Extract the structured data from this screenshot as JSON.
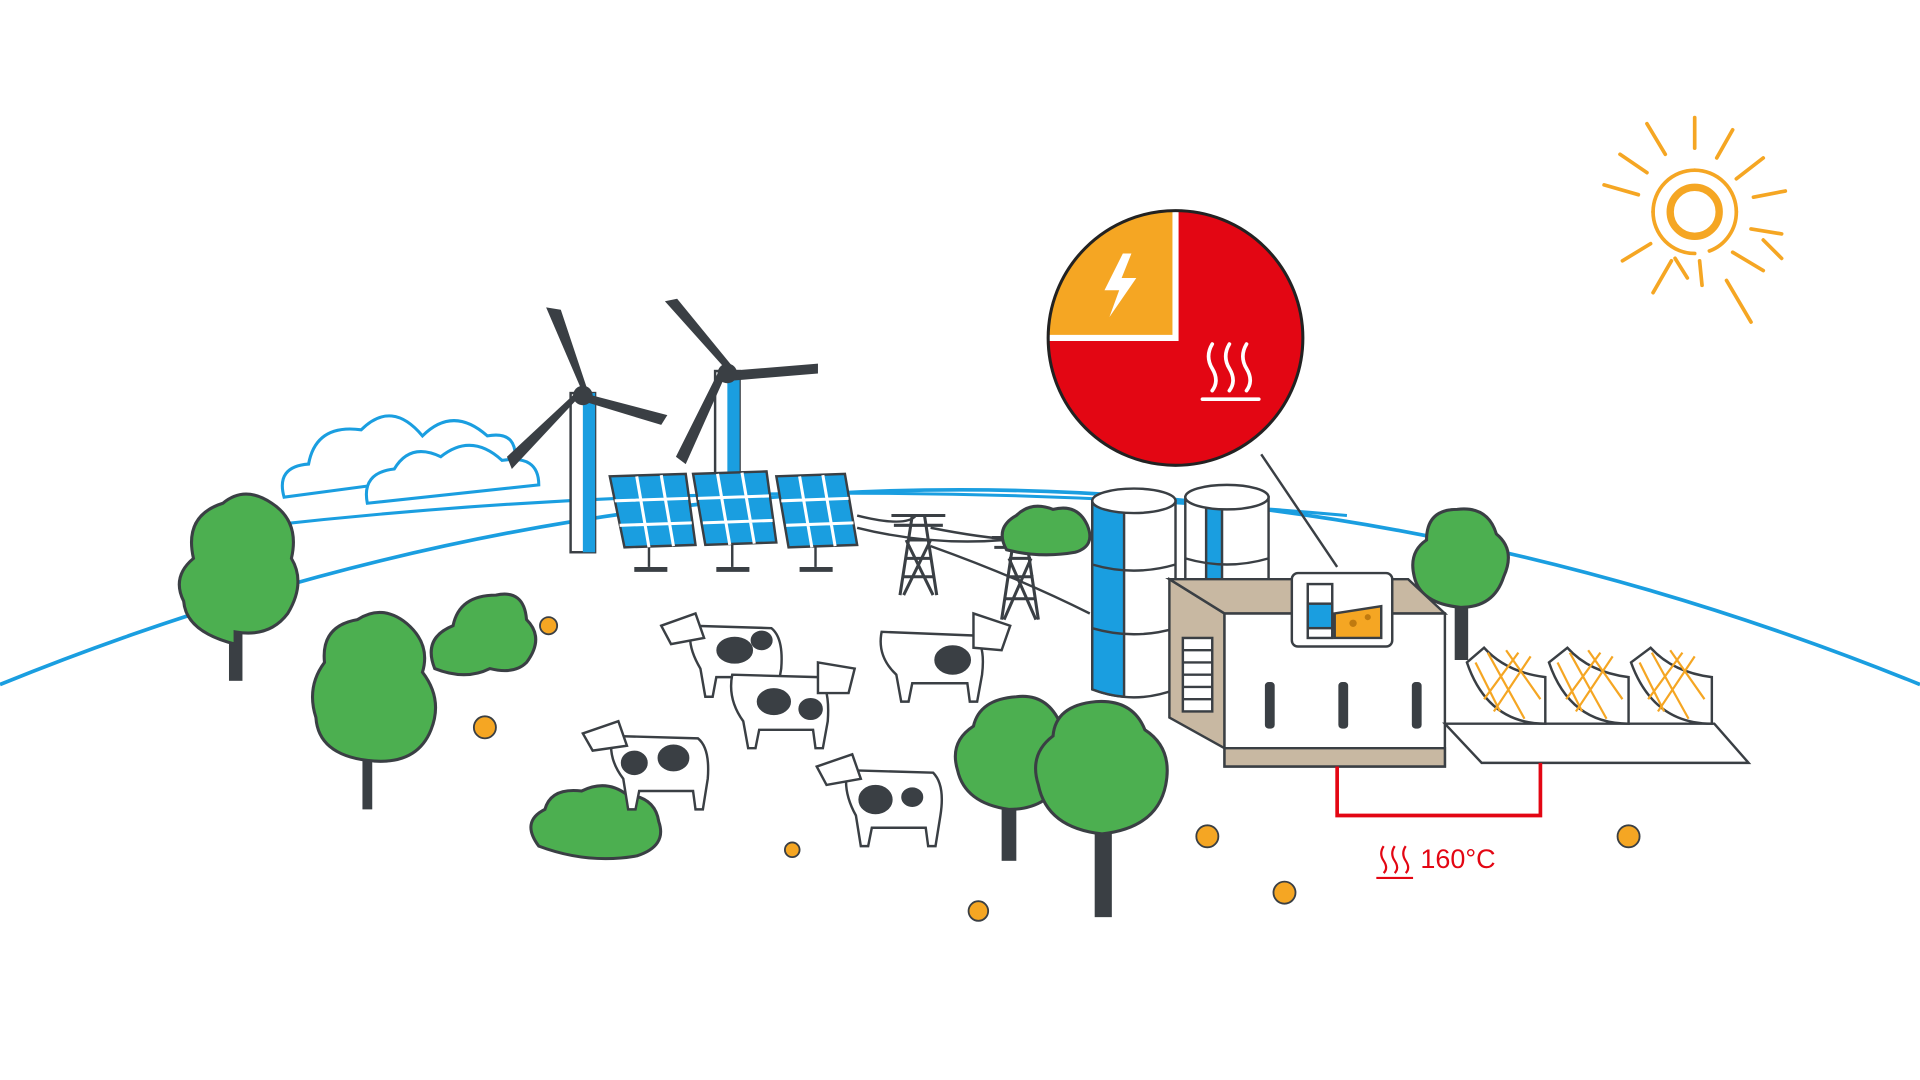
{
  "colors": {
    "ground_line": "#1a9ee0",
    "cloud": "#1a9ee0",
    "tree_fill": "#4caf50",
    "outline": "#3a3f44",
    "turbine": "#3a3f44",
    "panel_blue": "#1a9ee0",
    "heat_red": "#e30613",
    "electric_orange": "#f5a623",
    "sun": "#f5a623",
    "flower": "#f5a623",
    "building_tan": "#c8b8a2",
    "tank_blue": "#1a9ee0"
  },
  "energy_split": {
    "electricity_fraction": 0.25,
    "heat_fraction": 0.75
  },
  "icons": {
    "electricity": "lightning-bolt-icon",
    "heat": "heat-waves-icon",
    "products": "milk-and-cheese-icon",
    "sun": "sun-icon"
  },
  "heat_label": {
    "temperature": "160°C"
  }
}
